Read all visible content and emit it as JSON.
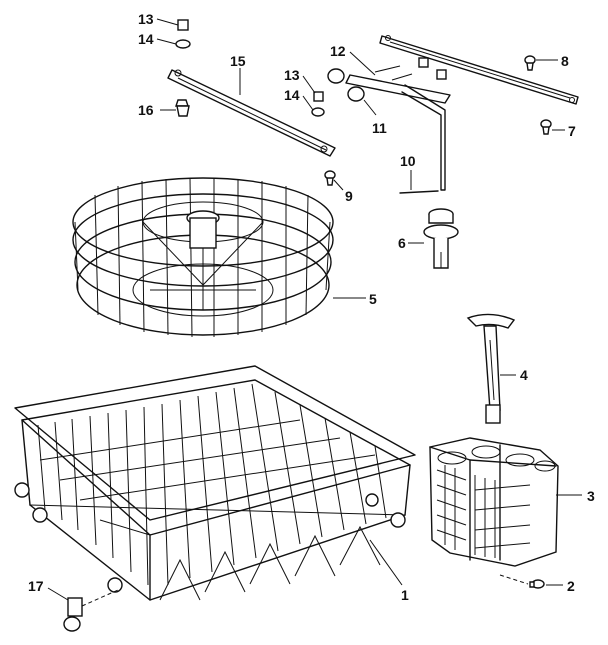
{
  "callouts": {
    "c1": "1",
    "c2": "2",
    "c3": "3",
    "c4": "4",
    "c5": "5",
    "c6": "6",
    "c7": "7",
    "c8": "8",
    "c9": "9",
    "c10": "10",
    "c11": "11",
    "c12": "12",
    "c13a": "13",
    "c13b": "13",
    "c14a": "14",
    "c14b": "14",
    "c15": "15",
    "c16": "16",
    "c17": "17"
  }
}
